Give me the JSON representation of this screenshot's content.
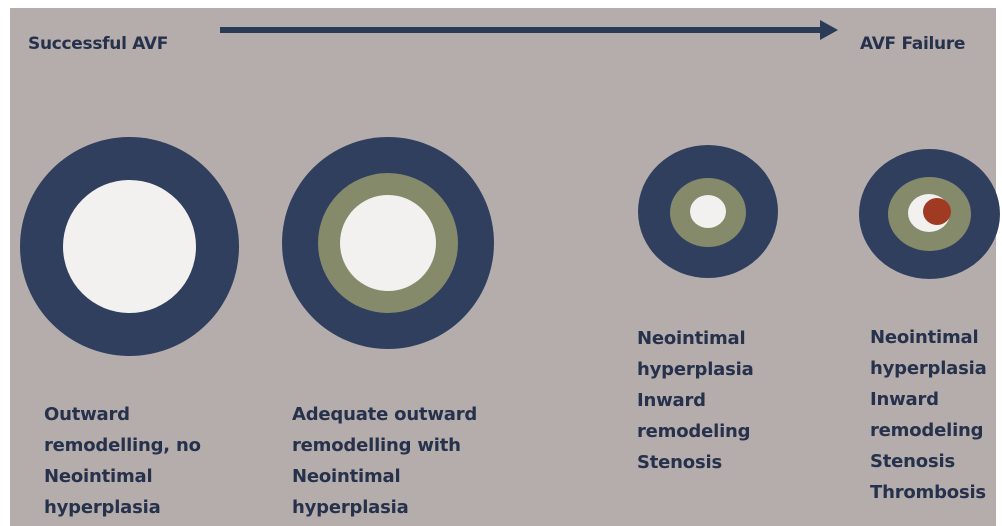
{
  "header": {
    "left_title": "Successful AVF",
    "right_title": "AVF Failure"
  },
  "colors": {
    "background": "#b4adac",
    "vessel_wall": "#313f5f",
    "neointima": "#858a6b",
    "lumen": "#f3f1ef",
    "thrombus": "#a13a23",
    "arrow": "#2b3a56",
    "text": "#26314b"
  },
  "vessels": [
    {
      "label": "Outward\nremodelling, no\nNeointimal\nhyperplasia",
      "neointima": false,
      "thrombus": false
    },
    {
      "label": "Adequate outward\nremodelling with\nNeointimal\nhyperplasia",
      "neointima": true,
      "thrombus": false
    },
    {
      "label": "Neointimal\nhyperplasia\nInward\nremodeling\nStenosis",
      "neointima": true,
      "thrombus": false
    },
    {
      "label": "Neointimal\nhyperplasia\nInward\nremodeling\nStenosis\nThrombosis",
      "neointima": true,
      "thrombus": true
    }
  ]
}
